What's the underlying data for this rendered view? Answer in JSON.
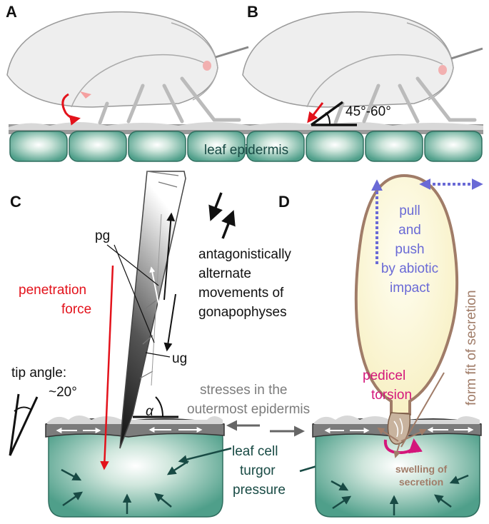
{
  "panels": {
    "a": "A",
    "b": "B",
    "c": "C",
    "d": "D"
  },
  "labels": {
    "angle_range": "45°-60°",
    "leaf_epidermis": "leaf epidermis",
    "pg": "pg",
    "ug": "ug",
    "antagonistic": [
      "antagonistically",
      "alternate",
      "movements of",
      "gonapophyses"
    ],
    "penetration": [
      "penetration",
      "force"
    ],
    "tip_angle": [
      "tip angle:",
      "~20°"
    ],
    "alpha": "α",
    "stresses": [
      "stresses in the",
      "outermost epidermis"
    ],
    "turgor": [
      "leaf cell",
      "turgor",
      "pressure"
    ],
    "pull_push": [
      "pull",
      "and",
      "push",
      "by abiotic",
      "impact"
    ],
    "form_fit": "form fit of secretion",
    "pedicel": [
      "pedicel",
      "torsion"
    ],
    "swelling": [
      "swelling of",
      "secretion"
    ]
  },
  "colors": {
    "red": "#e3121b",
    "blue": "#6a6ad6",
    "brown": "#a07c68",
    "magenta": "#d4177b",
    "teal": "#184a44",
    "grey": "#7c7c7c"
  }
}
